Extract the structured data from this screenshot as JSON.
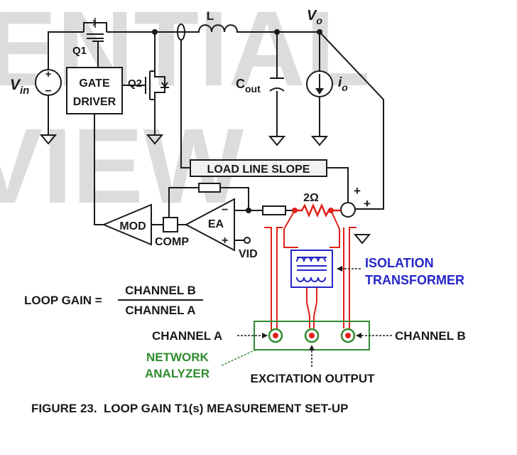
{
  "watermark": {
    "line1": "ENTIAL",
    "line2": "VIEW"
  },
  "labels": {
    "q1": "Q1",
    "q2": "Q2",
    "inductor": "L",
    "vout_main": "V",
    "vout_sub": "o",
    "vin_main": "V",
    "vin_sub": "in",
    "cout_main": "C",
    "cout_sub": "out",
    "io_main": "i",
    "io_sub": "o",
    "gate_driver_line1": "GATE",
    "gate_driver_line2": "DRIVER",
    "load_line_slope": "LOAD LINE SLOPE",
    "resistor_2ohm": "2Ω",
    "mod": "MOD",
    "ea": "EA",
    "comp": "COMP",
    "vid": "VID",
    "ea_minus": "−",
    "ea_plus": "+",
    "sum_plus_top": "+",
    "sum_plus_right": "+",
    "vin_plus": "+",
    "vin_minus": "−",
    "isolation_line1": "ISOLATION",
    "isolation_line2": "TRANSFORMER",
    "loop_gain": "LOOP GAIN =",
    "numerator": "CHANNEL B",
    "denominator": "CHANNEL A",
    "channel_a": "CHANNEL A",
    "channel_b": "CHANNEL B",
    "network_line1": "NETWORK",
    "network_line2": "ANALYZER",
    "excitation": "EXCITATION OUTPUT"
  },
  "caption": "FIGURE 23.  LOOP GAIN T1(s) MEASUREMENT SET-UP",
  "colors": {
    "wire": "#1a1a1a",
    "injection": "#e0201a",
    "analyzer": "#2e8b2e",
    "transformer": "#2626c8",
    "watermark": "#dcdcdc"
  }
}
